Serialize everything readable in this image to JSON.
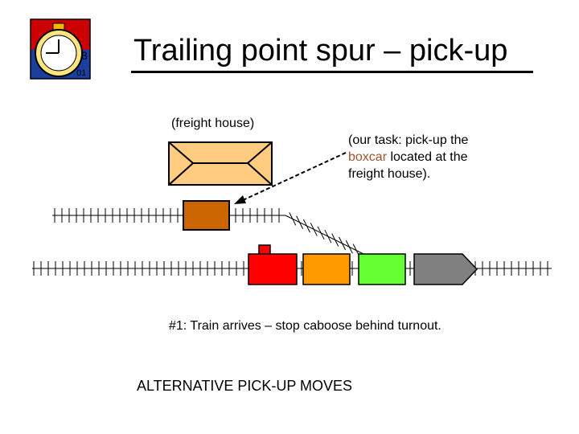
{
  "slide": {
    "title": "Trailing point spur – pick-up",
    "freight_house_label": "(freight house)",
    "task_prefix": "(our task:  pick-up the",
    "task_highlight": "boxcar",
    "task_suffix_1": " located at the",
    "task_suffix_2": "freight house).",
    "step_caption": "#1:  Train arrives – stop caboose behind turnout.",
    "footer": "ALTERNATIVE PICK-UP MOVES"
  },
  "icon": {
    "name": "stopwatch-icon"
  },
  "colors": {
    "freight_house_fill": "#ffcc80",
    "boxcar_on_spur": "#cc6600",
    "caboose": "#ff0000",
    "car_orange": "#ff9900",
    "car_green": "#66ff33",
    "locomotive": "#808080",
    "highlight_text": "#a0522d"
  }
}
